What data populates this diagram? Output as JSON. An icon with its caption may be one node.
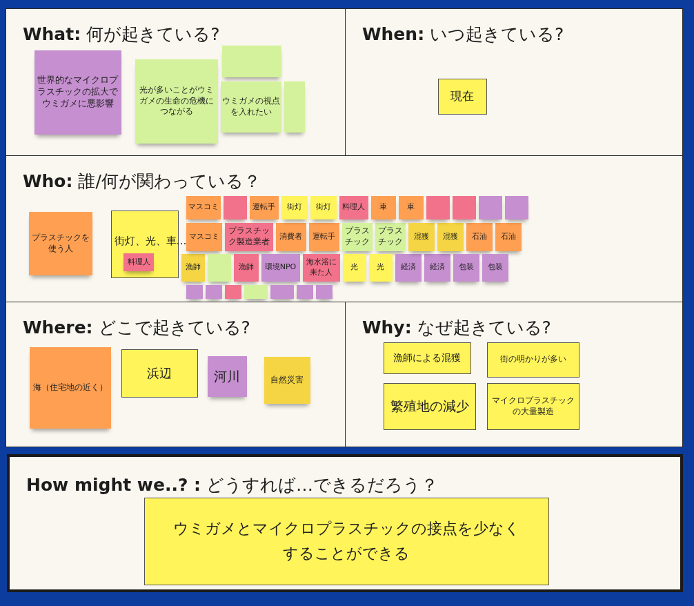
{
  "diagram": {
    "nodes": [
      {
        "text": [
          "**What:** 何が起きている?"
        ]
      },
      {
        "text": [
          "世界的なマイクロプラスチックの拡大でウミガメに悪影響"
        ],
        "in": 0
      },
      {
        "text": [],
        "shape": "box",
        "in": 0
      },
      {
        "text": [],
        "shape": "box",
        "in": 0
      },
      {
        "text": [
          "光が多いことがウミガメの生命の危機につながる"
        ],
        "in": 0
      },
      {
        "text": [
          "ウミガメの視点を入れたい"
        ],
        "in": 0
      },
      {
        "text": [
          "**When:** いつ起きている?"
        ]
      },
      {
        "text": [
          "現在"
        ],
        "in": 6
      },
      {
        "text": [
          "**Who:** 誰/何が関わっている？"
        ]
      },
      {
        "text": [
          "プラスチックを使う人"
        ],
        "in": 8
      },
      {
        "text": [
          "街灯、光、車…"
        ],
        "in": 8
      },
      {
        "text": [
          "料理人"
        ],
        "in": 10
      },
      {
        "text": [
          "漁師"
        ],
        "in": 8
      },
      {
        "text": [
          "マスコミ"
        ],
        "in": 8
      },
      {
        "text": [],
        "shape": "box",
        "in": 8
      },
      {
        "text": [
          "運転手"
        ],
        "in": 8
      },
      {
        "text": [
          "マスコミ"
        ],
        "in": 8
      },
      {
        "text": [
          "プラスチック製造業者"
        ],
        "in": 8
      },
      {
        "text": [
          "消費者"
        ],
        "in": 8
      },
      {
        "text": [
          "運転手"
        ],
        "in": 8
      },
      {
        "text": [],
        "shape": "box",
        "in": 8
      },
      {
        "text": [
          "漁師"
        ],
        "in": 8
      },
      {
        "text": [
          "環境NPO"
        ],
        "in": 8
      },
      {
        "text": [
          "海水浴に来た人"
        ],
        "in": 8
      },
      {
        "text": [],
        "shape": "box",
        "in": 8
      },
      {
        "text": [],
        "shape": "box",
        "in": 8
      },
      {
        "text": [],
        "shape": "box",
        "in": 8
      },
      {
        "text": [],
        "shape": "box",
        "in": 8
      },
      {
        "text": [],
        "shape": "box",
        "in": 8
      },
      {
        "text": [],
        "shape": "box",
        "in": 8
      },
      {
        "text": [],
        "shape": "box",
        "in": 8
      },
      {
        "text": [
          "街灯"
        ],
        "in": 8
      },
      {
        "text": [
          "街灯"
        ],
        "in": 8
      },
      {
        "text": [
          "料理人"
        ],
        "in": 8
      },
      {
        "text": [
          "プラスチック"
        ],
        "in": 8
      },
      {
        "text": [
          "プラスチック"
        ],
        "in": 8
      },
      {
        "text": [
          "光"
        ],
        "in": 8
      },
      {
        "text": [
          "光"
        ],
        "in": 8
      },
      {
        "text": [
          "経済"
        ],
        "in": 8
      },
      {
        "text": [
          "経済"
        ],
        "in": 8
      },
      {
        "text": [
          "車"
        ],
        "in": 8
      },
      {
        "text": [
          "車"
        ],
        "in": 8
      },
      {
        "text": [
          "混獲"
        ],
        "in": 8
      },
      {
        "text": [
          "混獲"
        ],
        "in": 8
      },
      {
        "text": [
          "石油"
        ],
        "in": 8
      },
      {
        "text": [
          "石油"
        ],
        "in": 8
      },
      {
        "text": [
          "包装"
        ],
        "in": 8
      },
      {
        "text": [
          "包装"
        ],
        "in": 8
      },
      {
        "text": [],
        "shape": "box",
        "in": 8
      },
      {
        "text": [],
        "shape": "box",
        "in": 8
      },
      {
        "text": [],
        "shape": "box",
        "in": 8
      },
      {
        "text": [],
        "shape": "box",
        "in": 8
      },
      {
        "text": [
          "**Where:** どこで起きている?"
        ]
      },
      {
        "text": [
          "海（住宅地の近く）"
        ],
        "in": 52
      },
      {
        "text": [
          "浜辺"
        ],
        "in": 52
      },
      {
        "text": [
          "河川"
        ],
        "in": 52
      },
      {
        "text": [
          "自然災害"
        ],
        "in": 52
      },
      {
        "text": [
          "**Why:** なぜ起きている?"
        ]
      },
      {
        "text": [
          "漁師による混獲"
        ],
        "in": 57
      },
      {
        "text": [
          "街の明かりが多い"
        ],
        "in": 57
      },
      {
        "text": [
          "繁殖地の減少"
        ],
        "in": 57
      },
      {
        "text": [
          "マイクロプラスチックの大量製造"
        ],
        "in": 57
      },
      {
        "text": [
          "**How might we..? :** どうすれば…できるだろう？"
        ]
      },
      {
        "text": [
          "ウミガメとマイクロプラスチックの接点を少なくすることができる"
        ],
        "in": 62
      }
    ]
  }
}
